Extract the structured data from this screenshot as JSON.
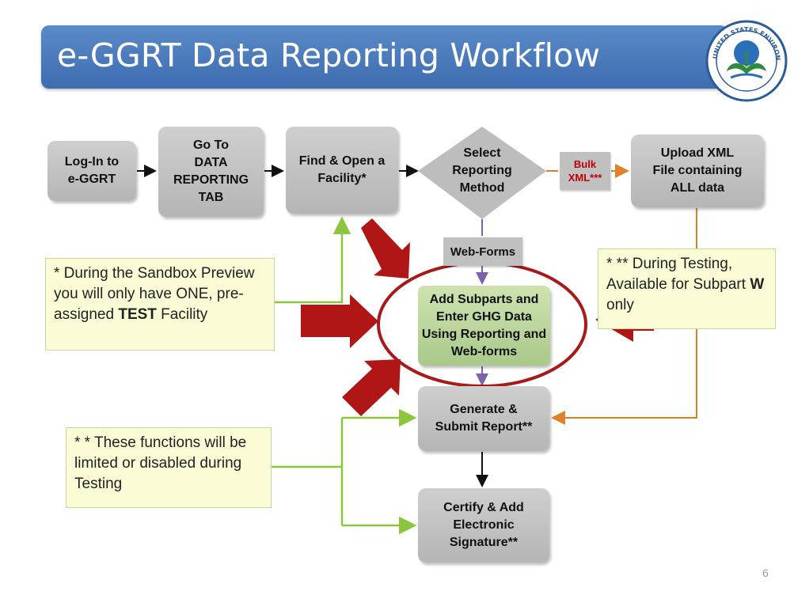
{
  "title": "e-GGRT Data Reporting Workflow",
  "seal": {
    "text": "UNITED STATES ENVIRONMENTAL PROTECTION AGENCY"
  },
  "boxes": {
    "login": "Log-In to\ne-GGRT",
    "goto": "Go To\nDATA\nREPORTING\nTAB",
    "find": "Find & Open  a\nFacility*",
    "select": "Select\nReporting\nMethod",
    "upload": "Upload XML\nFile containing\nALL data",
    "add_subparts": "Add Subparts and\nEnter GHG Data\nUsing Reporting and\nWeb-forms",
    "generate": "Generate &\nSubmit Report**",
    "certify": "Certify & Add\nElectronic\nSignature**"
  },
  "tags": {
    "bulk_xml_line1": "Bulk",
    "bulk_xml_line2": "XML***",
    "web_forms": "Web-Forms"
  },
  "notes": {
    "sandbox_part1": "* During the Sandbox Preview you will only have ONE, pre-assigned ",
    "sandbox_bold": "TEST",
    "sandbox_part2": " Facility",
    "testing_part1": "* ** During Testing, Available for Subpart ",
    "testing_bold": "W",
    "testing_part2": " only",
    "functions": "* * These functions will be limited or disabled during Testing"
  },
  "page_number": "6",
  "colors": {
    "title_bar": "#4a7dbf",
    "box_gray": "#c0c0c0",
    "box_green": "#bfd89f",
    "arrow_red": "#b01616",
    "ellipse_red": "#a81a1a",
    "line_green": "#8cc63f",
    "line_orange": "#e0802a",
    "line_purple": "#7a63a8",
    "bulk_text": "#c00000"
  }
}
